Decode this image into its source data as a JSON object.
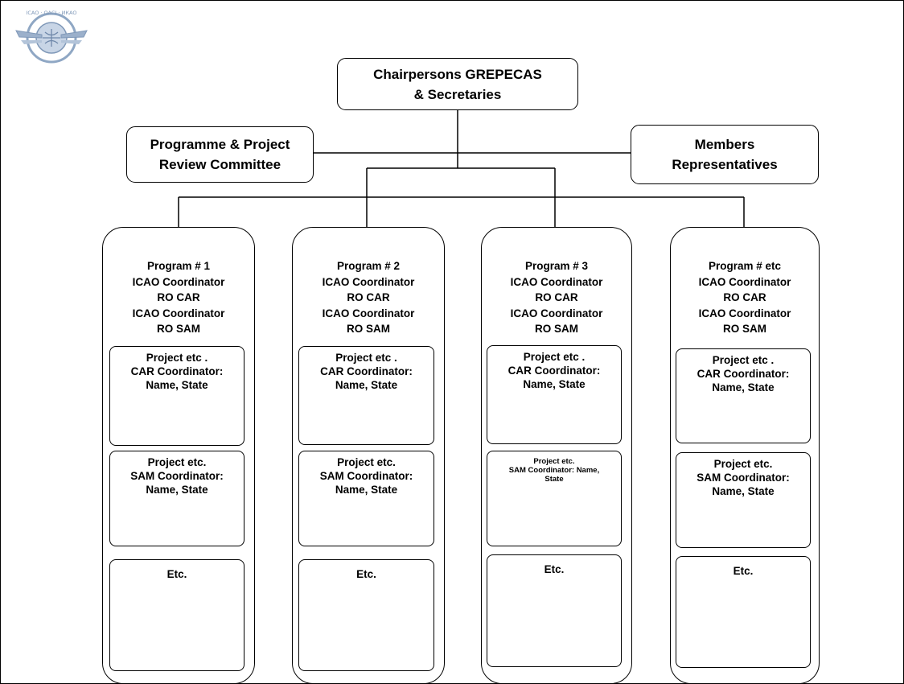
{
  "top_box": {
    "text": "Chairpersons GREPECAS\n& Secretaries"
  },
  "left_box": {
    "text": "Programme & Project\nReview Committee"
  },
  "right_box": {
    "text": "Members\nRepresentatives"
  },
  "logo": {
    "alt": "ICAO · OACI · ИКАО"
  },
  "programs": [
    {
      "header": [
        "Program # 1",
        "ICAO Coordinator",
        "RO CAR",
        "ICAO Coordinator",
        "RO SAM"
      ],
      "projects": [
        "Project etc .\nCAR Coordinator:\nName, State",
        "Project etc.\nSAM Coordinator:\nName, State",
        "Etc."
      ]
    },
    {
      "header": [
        "Program # 2",
        "ICAO Coordinator",
        "RO CAR",
        "ICAO Coordinator",
        "RO SAM"
      ],
      "projects": [
        "Project etc .\nCAR Coordinator:\nName, State",
        "Project etc.\nSAM Coordinator:\nName, State",
        "Etc."
      ]
    },
    {
      "header": [
        "Program # 3",
        "ICAO Coordinator",
        "RO CAR",
        "ICAO Coordinator",
        "RO SAM"
      ],
      "projects": [
        "Project etc .\nCAR Coordinator:\nName, State",
        "Project etc.\nSAM Coordinator:  Name,\nState",
        "Etc."
      ]
    },
    {
      "header": [
        "Program # etc",
        "ICAO Coordinator",
        "RO CAR",
        "ICAO Coordinator",
        "RO SAM"
      ],
      "projects": [
        "Project etc .\nCAR Coordinator:\nName, State",
        "Project etc.\nSAM Coordinator:\nName, State",
        "Etc."
      ]
    }
  ]
}
